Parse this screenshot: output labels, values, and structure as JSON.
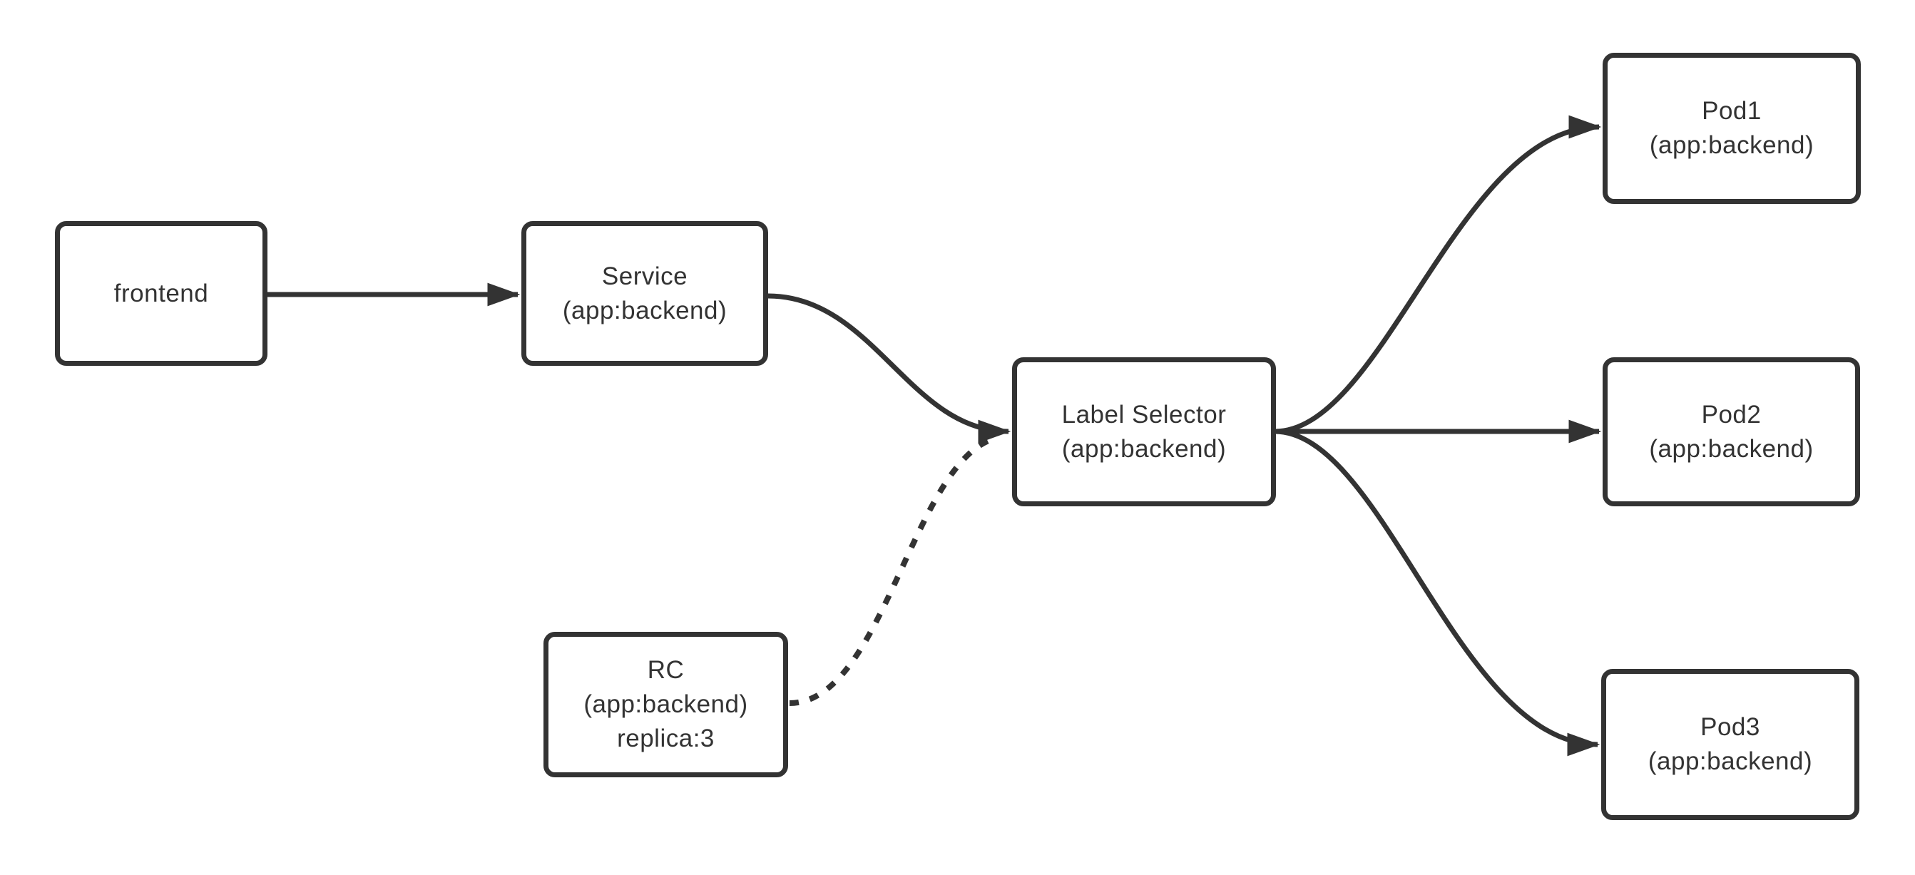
{
  "diagram": {
    "colors": {
      "background": "#ffffff",
      "stroke": "#333333",
      "text": "#333333"
    },
    "nodes": [
      {
        "id": "frontend",
        "lines": [
          "frontend"
        ]
      },
      {
        "id": "service",
        "lines": [
          "Service",
          "(app:backend)"
        ]
      },
      {
        "id": "label-selector",
        "lines": [
          "Label Selector",
          "(app:backend)"
        ]
      },
      {
        "id": "rc",
        "lines": [
          "RC",
          "(app:backend)",
          "replica:3"
        ]
      },
      {
        "id": "pod1",
        "lines": [
          "Pod1",
          "(app:backend)"
        ]
      },
      {
        "id": "pod2",
        "lines": [
          "Pod2",
          "(app:backend)"
        ]
      },
      {
        "id": "pod3",
        "lines": [
          "Pod3",
          "(app:backend)"
        ]
      }
    ],
    "edges": [
      {
        "id": "frontend-to-service",
        "from": "frontend",
        "to": "service",
        "style": "solid"
      },
      {
        "id": "service-to-label-selector",
        "from": "service",
        "to": "label-selector",
        "style": "solid"
      },
      {
        "id": "rc-to-label-selector",
        "from": "rc",
        "to": "label-selector",
        "style": "dashed"
      },
      {
        "id": "label-selector-to-pod1",
        "from": "label-selector",
        "to": "pod1",
        "style": "solid"
      },
      {
        "id": "label-selector-to-pod2",
        "from": "label-selector",
        "to": "pod2",
        "style": "solid"
      },
      {
        "id": "label-selector-to-pod3",
        "from": "label-selector",
        "to": "pod3",
        "style": "solid"
      }
    ]
  }
}
